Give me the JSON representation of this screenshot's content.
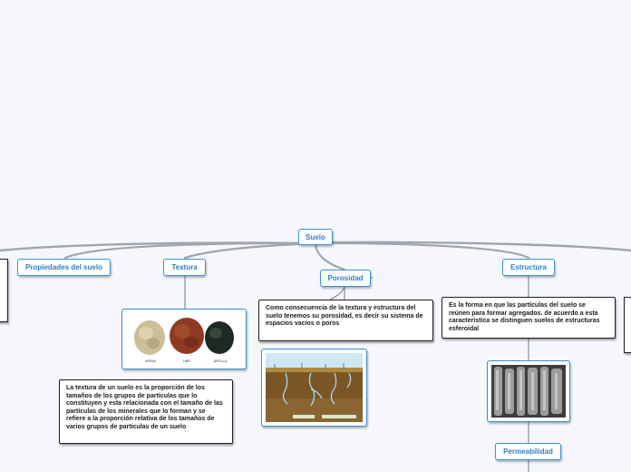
{
  "central": {
    "label": "Suelo"
  },
  "branches": [
    {
      "label": "Propiedades del suelo"
    },
    {
      "label": "Textura"
    },
    {
      "label": "Porosidad"
    },
    {
      "label": "Estructura"
    }
  ],
  "sub": {
    "permeabilidad": "Permeabilidad"
  },
  "notes": {
    "textura": "La textura de un suelo es la proporción de los tamaños de los grupos de partículas que lo constituyen y esta relacionada con el tamaño de las partículas de los minerales que lo forman y se refiere a la proporción relativa de los tamaños de varios grupos de partículas de un suelo",
    "porosidad": "Como consecuencia de la textura y estructura del suelo tenemos su porosidad, es decir su sistema de espacios vacíos o poros",
    "estructura": "Es la forma en que las partículas del suelo se reúnen para formar agregados. de acuerdo a esta característica se distinguen suelos de estructuras esferoidal"
  },
  "images": {
    "textura_captions": [
      "ARENA",
      "LIMO",
      "ARCILLA"
    ]
  },
  "colors": {
    "background": "#f5f7fd",
    "node_border": "#3a8fd8",
    "node_text": "#2f7fc8",
    "connector": "#a0a4ac"
  }
}
